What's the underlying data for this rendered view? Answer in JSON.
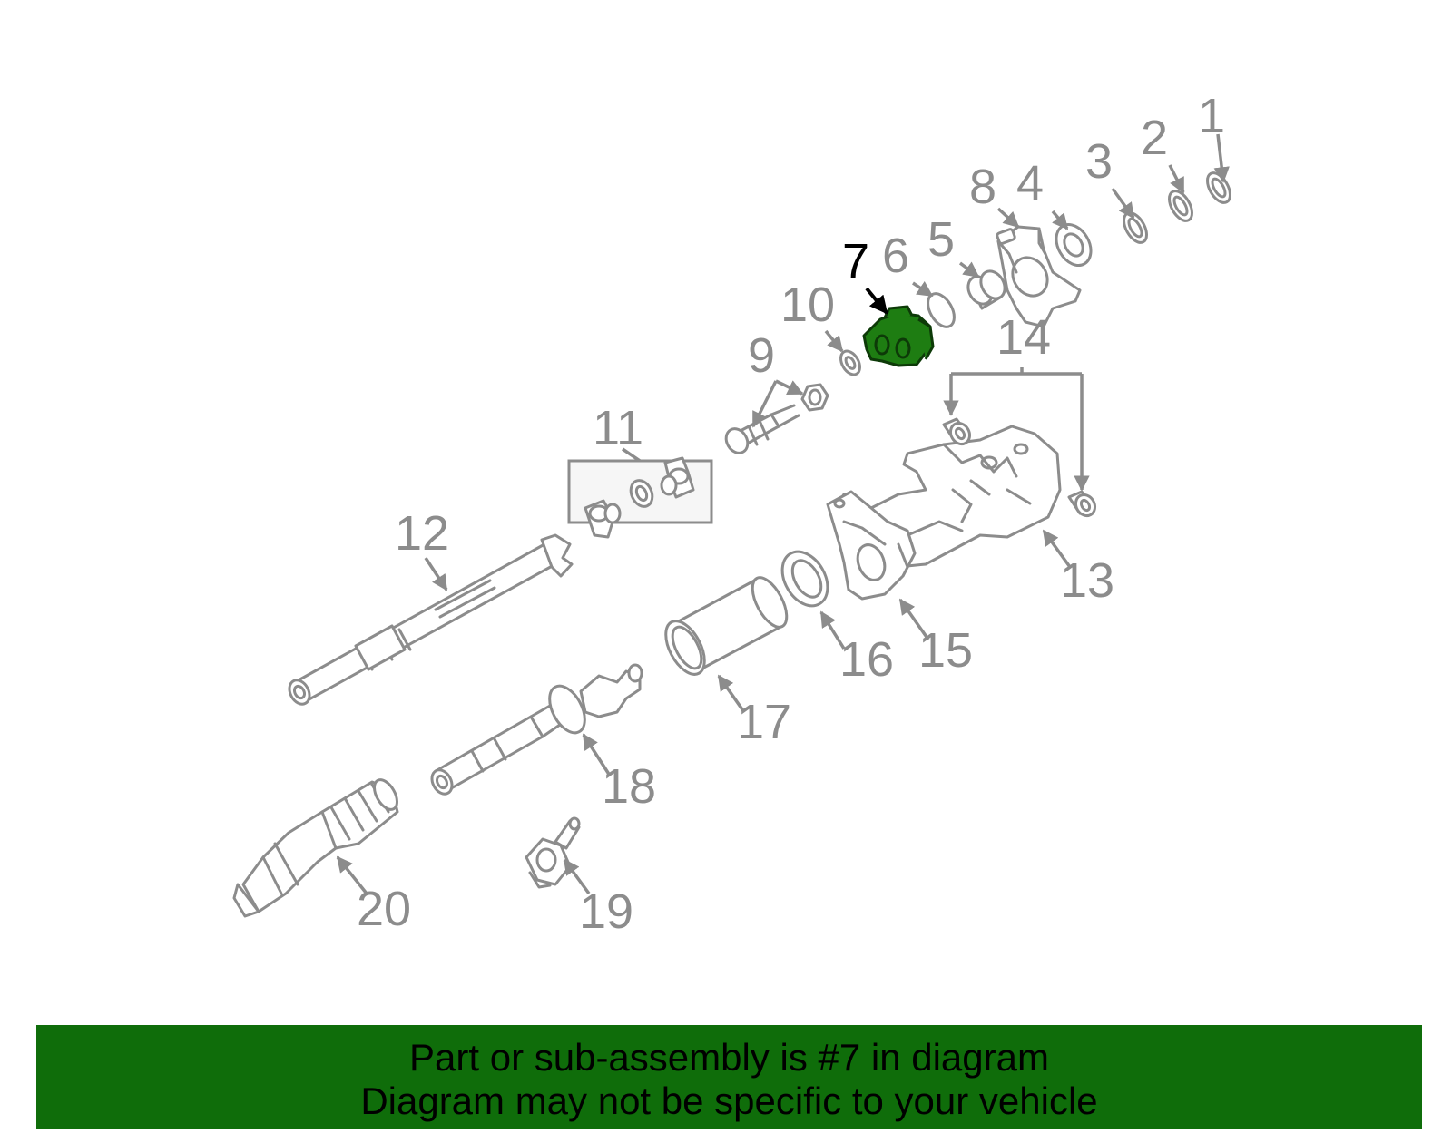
{
  "highlight_color": "#1e7d12",
  "part_color": "#8c8c8c",
  "banner": {
    "background": "#0f6d0a",
    "line1": "Part or sub-assembly is #7 in diagram",
    "line2": "Diagram may not be specific to your vehicle"
  },
  "callouts": [
    {
      "id": "c1",
      "label": "1"
    },
    {
      "id": "c2",
      "label": "2"
    },
    {
      "id": "c3",
      "label": "3"
    },
    {
      "id": "c4",
      "label": "4"
    },
    {
      "id": "c5",
      "label": "5"
    },
    {
      "id": "c6",
      "label": "6"
    },
    {
      "id": "c7",
      "label": "7",
      "highlighted": true
    },
    {
      "id": "c8",
      "label": "8"
    },
    {
      "id": "c9",
      "label": "9"
    },
    {
      "id": "c10",
      "label": "10"
    },
    {
      "id": "c11",
      "label": "11"
    },
    {
      "id": "c12",
      "label": "12"
    },
    {
      "id": "c13",
      "label": "13"
    },
    {
      "id": "c14",
      "label": "14"
    },
    {
      "id": "c15",
      "label": "15"
    },
    {
      "id": "c16",
      "label": "16"
    },
    {
      "id": "c17",
      "label": "17"
    },
    {
      "id": "c18",
      "label": "18"
    },
    {
      "id": "c19",
      "label": "19"
    },
    {
      "id": "c20",
      "label": "20"
    }
  ]
}
